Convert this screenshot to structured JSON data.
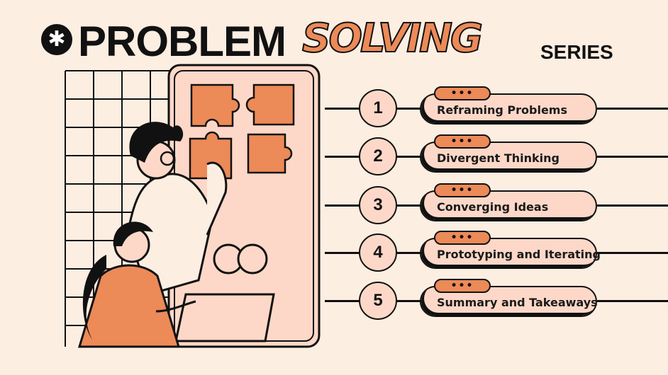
{
  "header": {
    "badge_icon": "asterisk-icon",
    "title_main": "PROBLEM",
    "title_accent": "SOLVING",
    "title_small": "SERIES"
  },
  "colors": {
    "background": "#fdeee2",
    "accent": "#ec8a58",
    "pill_fill": "#fdd8c8",
    "ink": "#111111"
  },
  "steps": [
    {
      "number": "1",
      "label": "Reframing Problems"
    },
    {
      "number": "2",
      "label": "Divergent Thinking"
    },
    {
      "number": "3",
      "label": "Converging Ideas"
    },
    {
      "number": "4",
      "label": "Prototyping and Iterating"
    },
    {
      "number": "5",
      "label": "Summary and Takeaways"
    }
  ],
  "step_tag": "•••",
  "illustration": {
    "icon": "people-solving-puzzle-illustration"
  }
}
